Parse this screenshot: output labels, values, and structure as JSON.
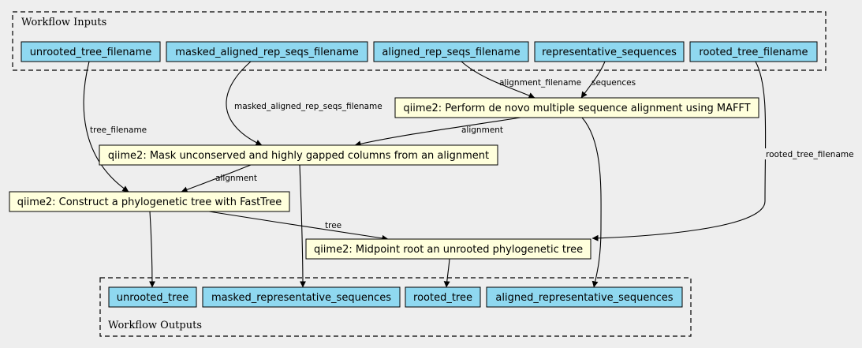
{
  "clusters": {
    "inputs_title": "Workflow Inputs",
    "outputs_title": "Workflow Outputs"
  },
  "inputs": {
    "unrooted_tree_filename": "unrooted_tree_filename",
    "masked_aligned_rep_seqs_filename": "masked_aligned_rep_seqs_filename",
    "aligned_rep_seqs_filename": "aligned_rep_seqs_filename",
    "representative_sequences": "representative_sequences",
    "rooted_tree_filename": "rooted_tree_filename"
  },
  "steps": {
    "mafft": "qiime2: Perform de novo multiple sequence alignment using MAFFT",
    "mask": "qiime2: Mask unconserved and highly gapped columns from an alignment",
    "fasttree": "qiime2: Construct a phylogenetic tree with FastTree",
    "midpoint": "qiime2: Midpoint root an unrooted phylogenetic tree"
  },
  "outputs": {
    "unrooted_tree": "unrooted_tree",
    "masked_representative_sequences": "masked_representative_sequences",
    "rooted_tree": "rooted_tree",
    "aligned_representative_sequences": "aligned_representative_sequences"
  },
  "edge_labels": {
    "alignment_filename": "alignment_filename",
    "sequences": "sequences",
    "masked_aligned_rep_seqs_filename": "masked_aligned_rep_seqs_filename",
    "tree_filename": "tree_filename",
    "alignment_mafft_to_mask": "alignment",
    "alignment_mask_to_fasttree": "alignment",
    "rooted_tree_filename": "rooted_tree_filename",
    "tree": "tree"
  },
  "colors": {
    "io_fill": "#8fd8f0",
    "step_fill": "#ffffdc",
    "background": "#eeeeee",
    "stroke": "#000000"
  }
}
